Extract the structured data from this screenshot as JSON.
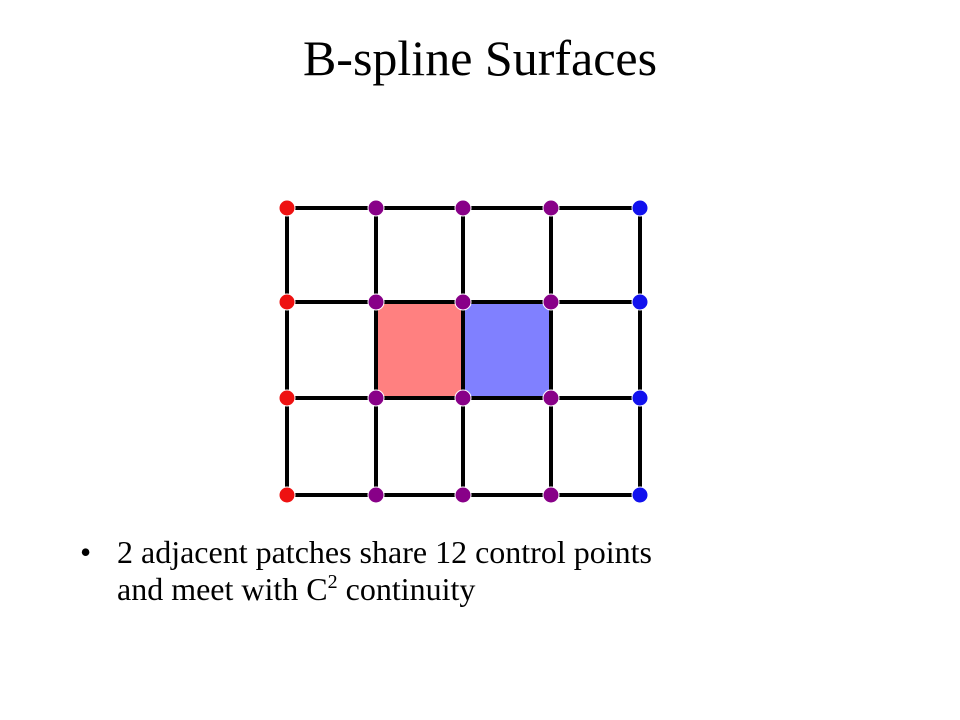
{
  "slide": {
    "title": "B-spline Surfaces"
  },
  "diagram": {
    "columns": 5,
    "rows": 4,
    "colors": {
      "grid_line": "#000000",
      "point_red": "#ee1111",
      "point_purple": "#880088",
      "point_blue": "#1111ee",
      "patch_red": "#ff8080",
      "patch_blue": "#8080ff"
    },
    "patches": [
      {
        "color_key": "patch_red"
      },
      {
        "color_key": "patch_blue"
      }
    ]
  },
  "bullets": [
    {
      "marker": "•",
      "line1": "2 adjacent patches share 12 control points",
      "line2_pre": "and meet with C",
      "line2_sup": "2",
      "line2_post": " continuity"
    }
  ]
}
